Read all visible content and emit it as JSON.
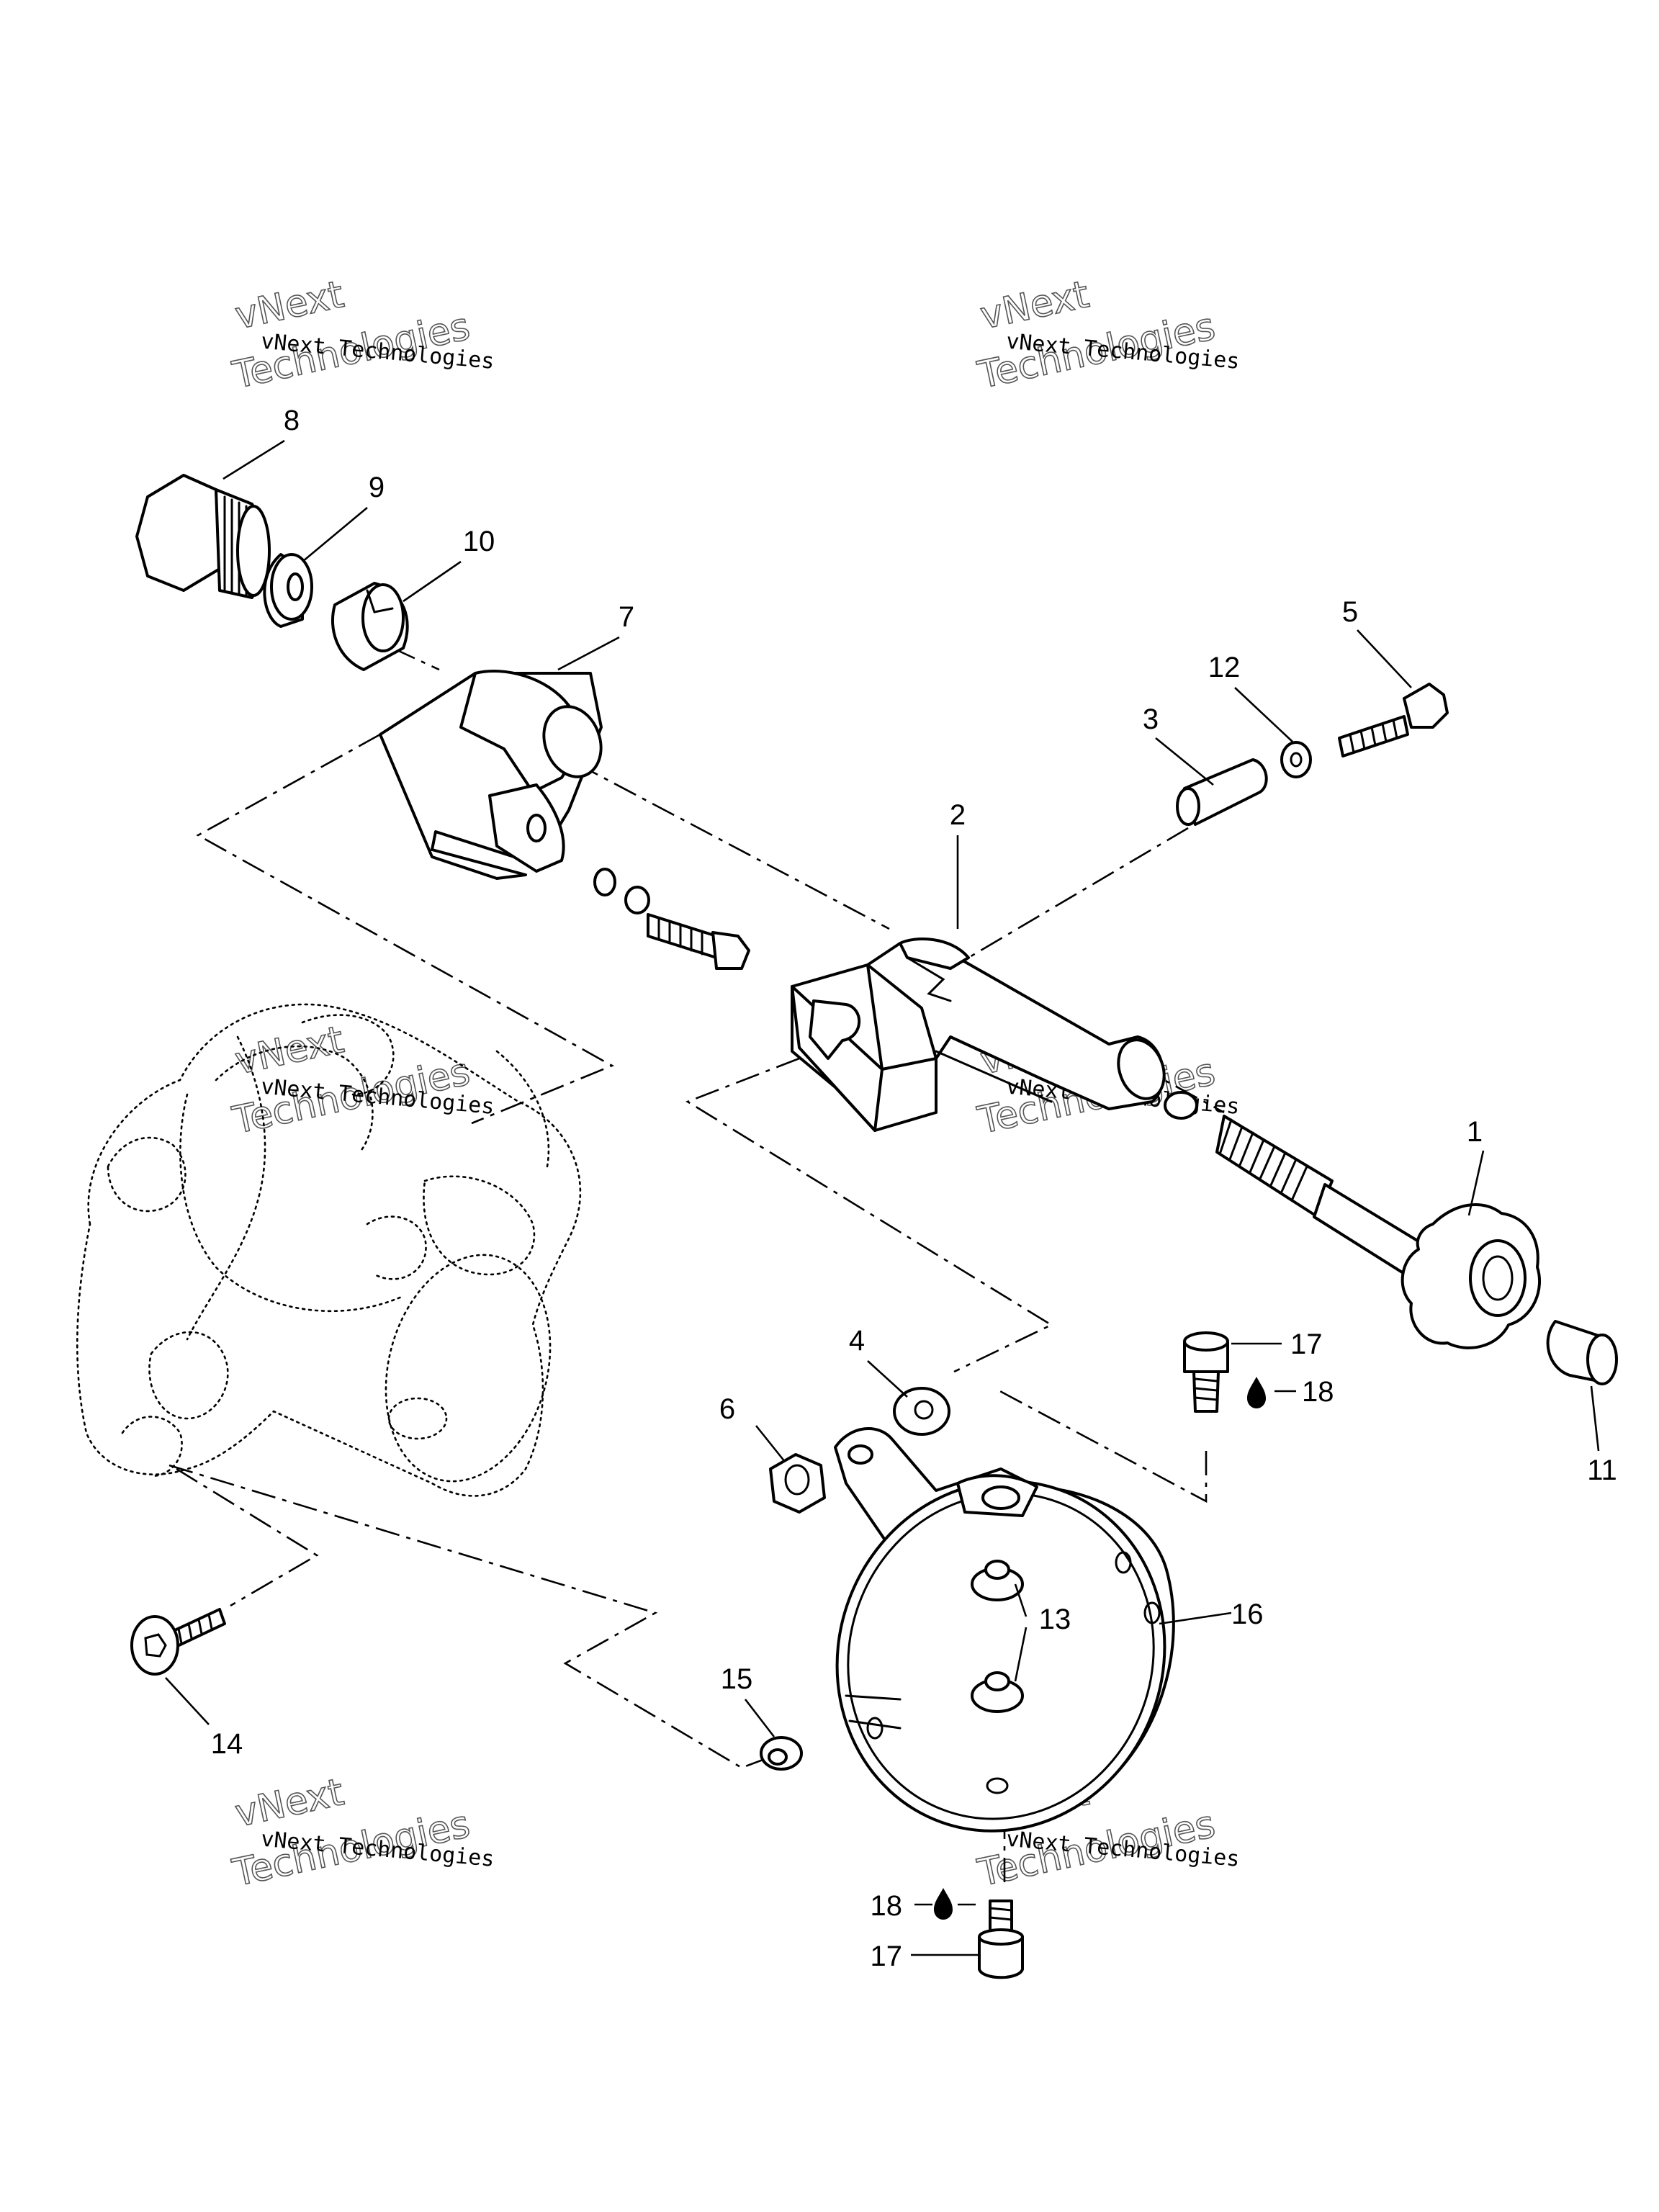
{
  "watermark": {
    "line1": "vNext Technologies",
    "line2_a": "vNext",
    "line2_b": "Technologies"
  },
  "callouts": [
    {
      "id": "c1",
      "text": "1"
    },
    {
      "id": "c2",
      "text": "2"
    },
    {
      "id": "c3",
      "text": "3"
    },
    {
      "id": "c4",
      "text": "4"
    },
    {
      "id": "c5",
      "text": "5"
    },
    {
      "id": "c6",
      "text": "6"
    },
    {
      "id": "c7",
      "text": "7"
    },
    {
      "id": "c8",
      "text": "8"
    },
    {
      "id": "c9",
      "text": "9"
    },
    {
      "id": "c10",
      "text": "10"
    },
    {
      "id": "c11",
      "text": "11"
    },
    {
      "id": "c12",
      "text": "12"
    },
    {
      "id": "c13",
      "text": "13"
    },
    {
      "id": "c14",
      "text": "14"
    },
    {
      "id": "c15",
      "text": "15"
    },
    {
      "id": "c16",
      "text": "16"
    },
    {
      "id": "c17a",
      "text": "17"
    },
    {
      "id": "c17b",
      "text": "17"
    },
    {
      "id": "c18a",
      "text": "18"
    },
    {
      "id": "c18b",
      "text": "18"
    }
  ],
  "icons": {
    "lubricant": "oil-drop-icon"
  }
}
